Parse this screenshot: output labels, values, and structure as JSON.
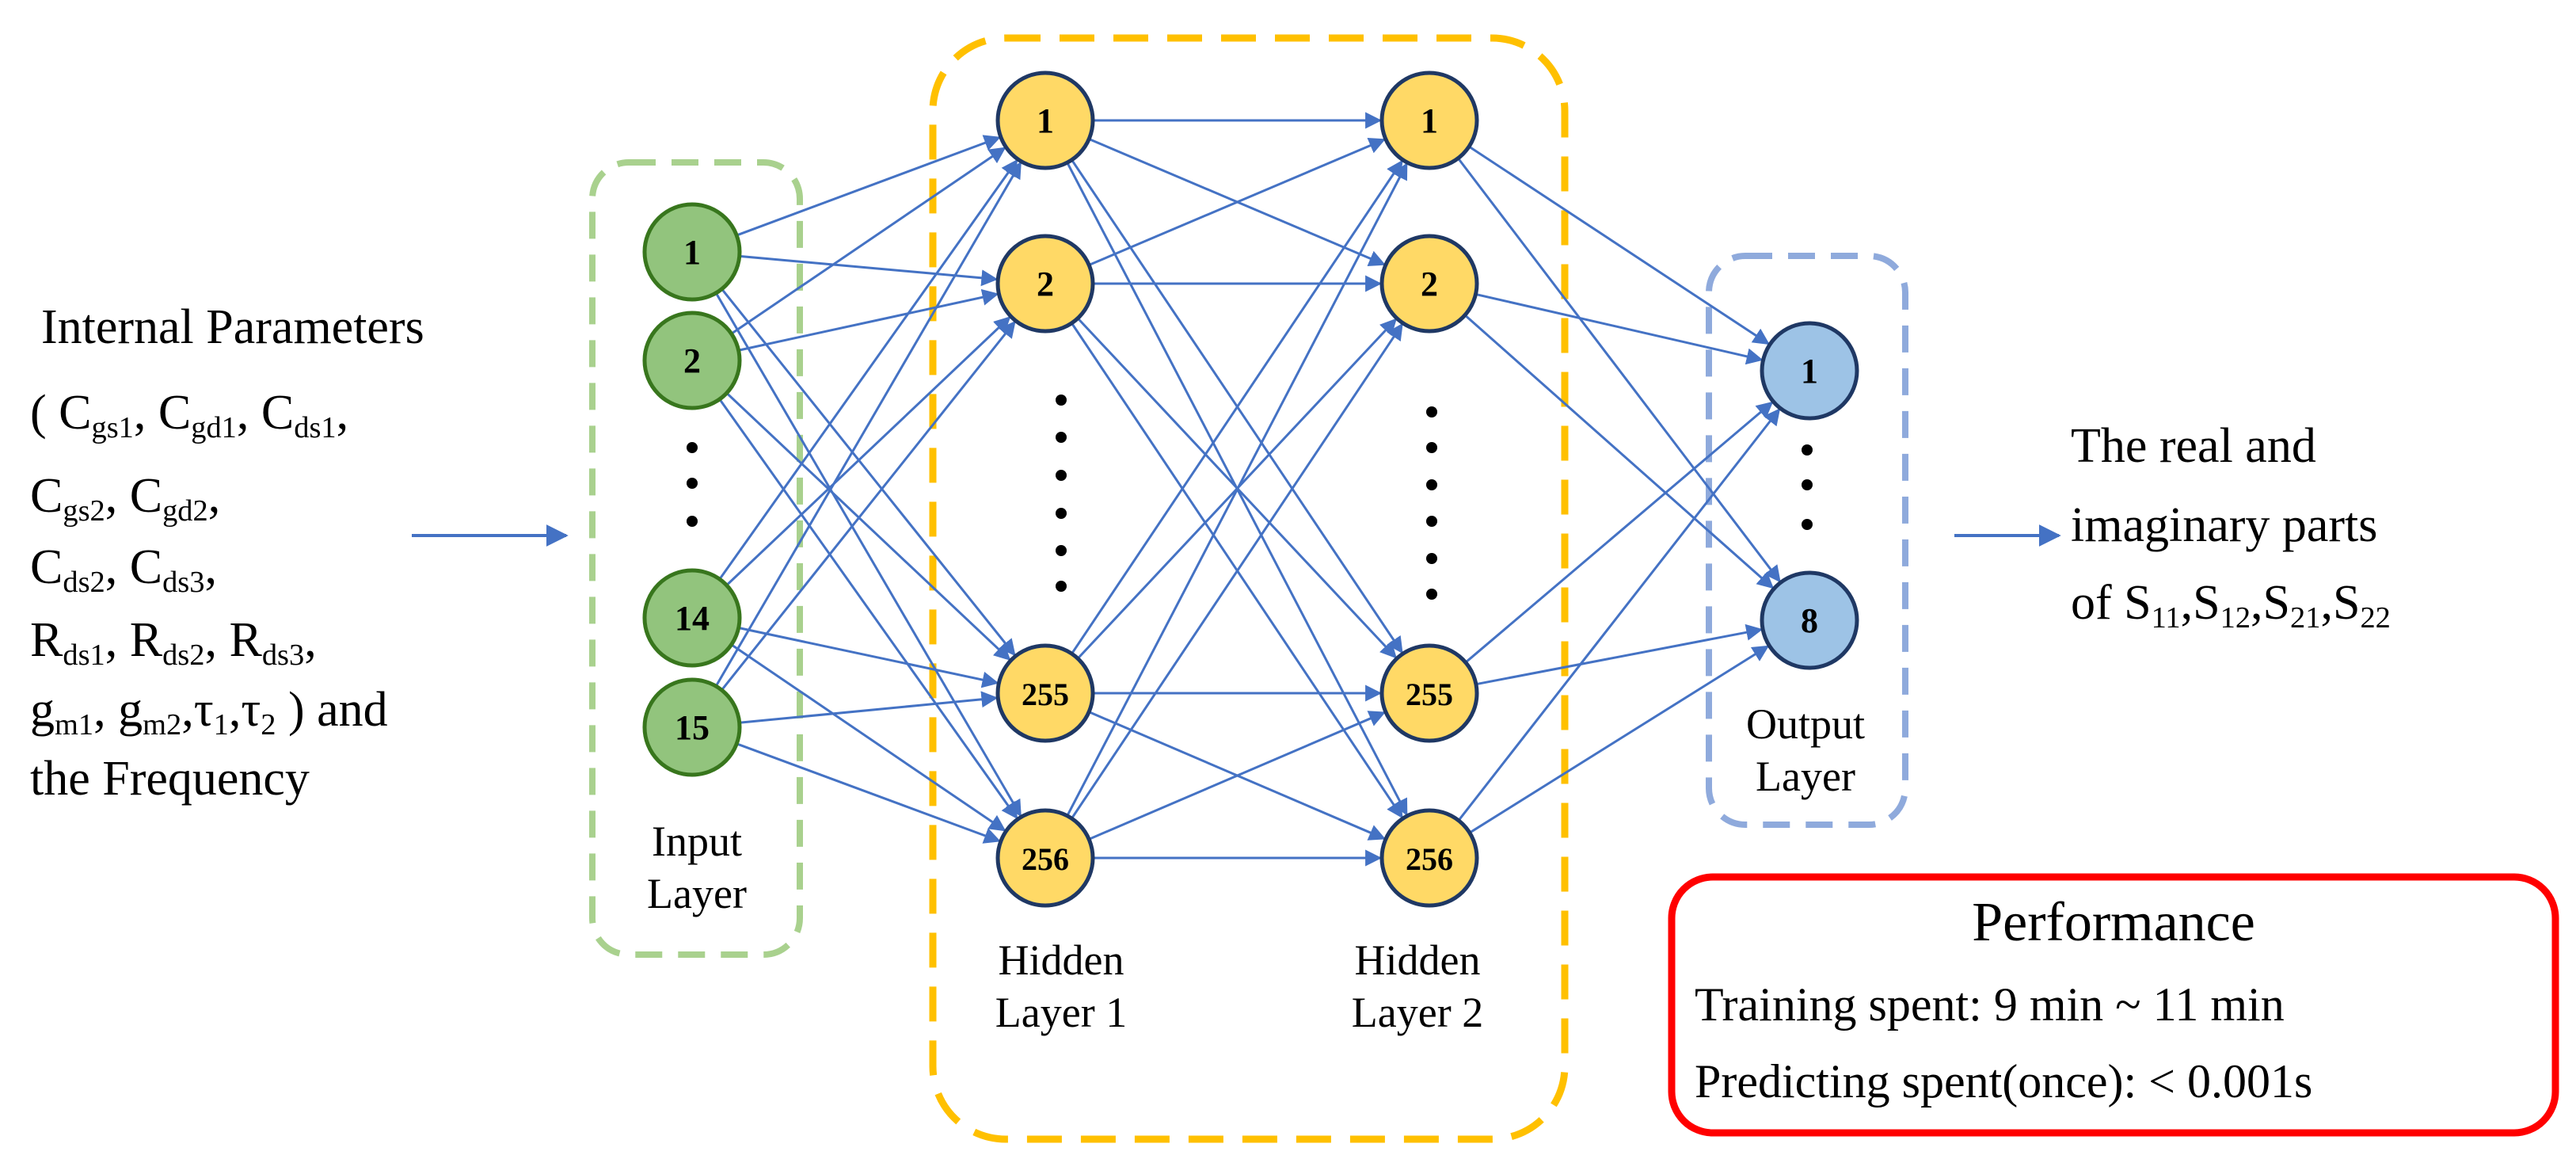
{
  "colors": {
    "connection": "#4472C4",
    "input_node_fill": "#92C47D",
    "input_node_stroke": "#38761D",
    "input_box": "#A9D18E",
    "hidden_node_fill": "#FFD966",
    "hidden_node_stroke": "#1F3864",
    "hidden_box": "#FFC000",
    "output_node_fill": "#9DC3E6",
    "output_node_stroke": "#1F3864",
    "output_box": "#8FAADC",
    "performance_border": "#FF0000"
  },
  "input_text": {
    "line1": "Internal Parameters",
    "line2": [
      [
        "( C",
        "gs1"
      ],
      [
        ", C",
        "gd1"
      ],
      [
        ", C",
        "ds1"
      ],
      [
        ",",
        ""
      ]
    ],
    "line3": [
      [
        "C",
        "gs2"
      ],
      [
        ", C",
        "gd2"
      ],
      [
        ",",
        ""
      ]
    ],
    "line4": [
      [
        "C",
        "ds2"
      ],
      [
        ", C",
        "ds3"
      ],
      [
        ",",
        ""
      ]
    ],
    "line5": [
      [
        "R",
        "ds1"
      ],
      [
        ", R",
        "ds2"
      ],
      [
        ", R",
        "ds3"
      ],
      [
        ",",
        ""
      ]
    ],
    "line6": [
      [
        "g",
        "m1"
      ],
      [
        ", g",
        "m2"
      ],
      [
        ",τ",
        "1"
      ],
      [
        ",τ",
        "2"
      ],
      [
        " ) and",
        ""
      ]
    ],
    "line7": "the Frequency"
  },
  "output_text": {
    "line1": "The real and",
    "line2": "imaginary parts",
    "line3": [
      [
        "of S",
        "11"
      ],
      [
        ",S",
        "12"
      ],
      [
        ",S",
        "21"
      ],
      [
        ",S",
        "22"
      ]
    ]
  },
  "layers": {
    "input": {
      "label_line1": "Input",
      "label_line2": "Layer",
      "nodes": [
        "1",
        "2",
        "14",
        "15"
      ]
    },
    "hidden1": {
      "label_line1": "Hidden",
      "label_line2": "Layer 1",
      "nodes": [
        "1",
        "2",
        "255",
        "256"
      ]
    },
    "hidden2": {
      "label_line1": "Hidden",
      "label_line2": "Layer 2",
      "nodes": [
        "1",
        "2",
        "255",
        "256"
      ]
    },
    "output": {
      "label_line1": "Output",
      "label_line2": "Layer",
      "nodes": [
        "1",
        "8"
      ]
    }
  },
  "performance": {
    "title": "Performance",
    "training": "Training spent: 9 min ~ 11 min",
    "predicting": "Predicting spent(once): < 0.001s"
  }
}
